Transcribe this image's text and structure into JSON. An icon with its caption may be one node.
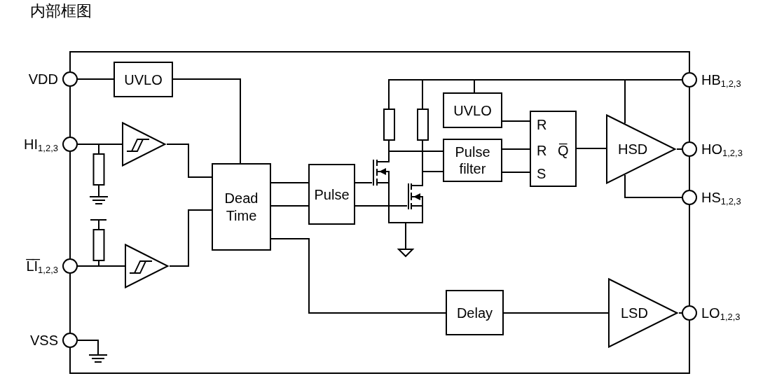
{
  "diagram": {
    "title": "内部框图",
    "nodes": [
      {
        "text": [],
        "shape": "box"
      },
      {
        "text": [
          "VDD"
        ]
      },
      {
        "text": [
          "HI$_{1,2,3}$"
        ]
      },
      {
        "text": [
          "L̅I̅$_{1,2,3}$"
        ]
      },
      {
        "text": [
          "VSS"
        ]
      },
      {
        "text": [
          "UVLO"
        ],
        "in": 0
      },
      {
        "text": [],
        "shape": "triangle",
        "in": 0
      },
      {
        "text": [],
        "shape": "triangle",
        "in": 0
      },
      {
        "text": [
          "Dead Time"
        ],
        "in": 0
      },
      {
        "text": [
          "Pulse"
        ],
        "in": 0
      },
      {
        "text": [
          "UVLO"
        ],
        "in": 0
      },
      {
        "text": [
          "Pulse filter"
        ],
        "in": 0
      },
      {
        "text": [
          "R",
          "R",
          "Q̅",
          "S"
        ],
        "in": 0
      },
      {
        "text": [
          "HSD"
        ],
        "in": 0
      },
      {
        "text": [
          "Delay"
        ],
        "in": 0
      },
      {
        "text": [
          "LSD"
        ],
        "in": 0
      },
      {
        "text": [
          "HB$_{1,2,3}$"
        ]
      },
      {
        "text": [
          "HO$_{1,2,3}$"
        ]
      },
      {
        "text": [
          "HS$_{1,2,3}$"
        ]
      },
      {
        "text": [
          "LO$_{1,2,3}$"
        ]
      },
      {
        "text": [],
        "shape": "resistor",
        "in": 0
      },
      {
        "text": [],
        "shape": "resistor",
        "in": 0
      },
      {
        "text": [],
        "shape": "transistor",
        "in": 0
      },
      {
        "text": [],
        "shape": "transistor",
        "in": 0
      }
    ],
    "edges": [
      {
        "from": 1,
        "to": 5,
        "arrow": "none"
      },
      {
        "from": 5,
        "to": 8,
        "arrow": "none"
      },
      {
        "from": 2,
        "to": 6,
        "arrow": "none"
      },
      {
        "from": 6,
        "to": 8,
        "arrow": "none"
      },
      {
        "from": 3,
        "to": 7,
        "arrow": "none"
      },
      {
        "from": 7,
        "to": 8,
        "arrow": "none"
      },
      {
        "from": 8,
        "to": 9,
        "arrow": "none"
      },
      {
        "from": 8,
        "to": 9,
        "arrow": "none"
      },
      {
        "from": 8,
        "to": 14,
        "arrow": "none"
      },
      {
        "from": 14,
        "to": 15,
        "arrow": "none"
      },
      {
        "from": 15,
        "to": 19,
        "arrow": "none"
      },
      {
        "from": 10,
        "to": 12,
        "arrow": "none"
      },
      {
        "from": 11,
        "to": 12,
        "arrow": "none"
      },
      {
        "from": 11,
        "to": 12,
        "arrow": "none"
      },
      {
        "from": 12,
        "to": 13,
        "arrow": "none"
      },
      {
        "from": 13,
        "to": 17,
        "arrow": "none"
      },
      {
        "from": 13,
        "to": 18,
        "arrow": "none"
      },
      {
        "from": 16,
        "to": 13,
        "arrow": "none"
      },
      {
        "from": 16,
        "to": 10,
        "arrow": "none"
      },
      {
        "from": 16,
        "to": 20,
        "arrow": "none"
      },
      {
        "from": 16,
        "to": 21,
        "arrow": "none"
      },
      {
        "from": 20,
        "to": 11,
        "arrow": "none"
      },
      {
        "from": 22,
        "to": 11,
        "arrow": "none"
      },
      {
        "from": 21,
        "to": 11,
        "arrow": "none"
      },
      {
        "from": 23,
        "to": 11,
        "arrow": "none"
      },
      {
        "from": 9,
        "to": 22,
        "arrow": "none"
      },
      {
        "from": 9,
        "to": 23,
        "arrow": "none"
      },
      {
        "from": 22,
        "to": 23,
        "arrow": "none"
      }
    ]
  }
}
